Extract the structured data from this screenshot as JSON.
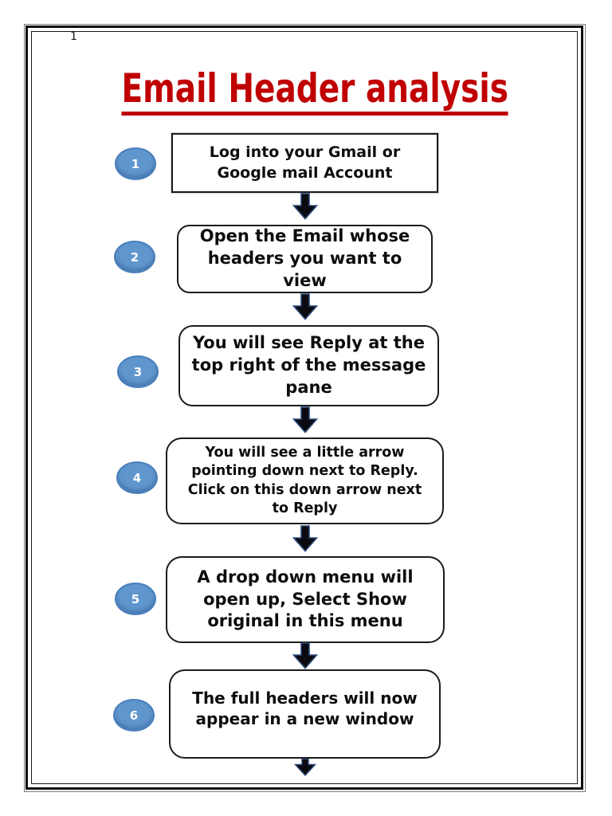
{
  "page": {
    "number": "1"
  },
  "title": {
    "text": "Email Header analysis",
    "color": "#C00000",
    "underlined": true
  },
  "steps": [
    {
      "number": "1",
      "text": "Log into your Gmail or\nGoogle mail Account"
    },
    {
      "number": "2",
      "text": "Open the Email whose\nheaders you want to\nview"
    },
    {
      "number": "3",
      "text": "You will see Reply at the\ntop right of the message\npane"
    },
    {
      "number": "4",
      "text": "You will see a little arrow\npointing down next to Reply.\nClick on this down arrow next\nto Reply"
    },
    {
      "number": "5",
      "text": "A drop down menu will\nopen up, Select Show\noriginal in this menu"
    },
    {
      "number": "6",
      "text": "The full headers will now\nappear in a new window"
    }
  ],
  "icons": {
    "connector": "down-arrow-icon",
    "badge": "step-number-badge"
  },
  "colors": {
    "title_red": "#C00000",
    "badge_fill": "#6096CE",
    "badge_border": "#4A7EBB",
    "arrow_fill": "#0A0A10",
    "arrow_stroke": "#2C4A78",
    "box_border": "#1C1C1C",
    "frame_border": "#0C0C0C"
  }
}
